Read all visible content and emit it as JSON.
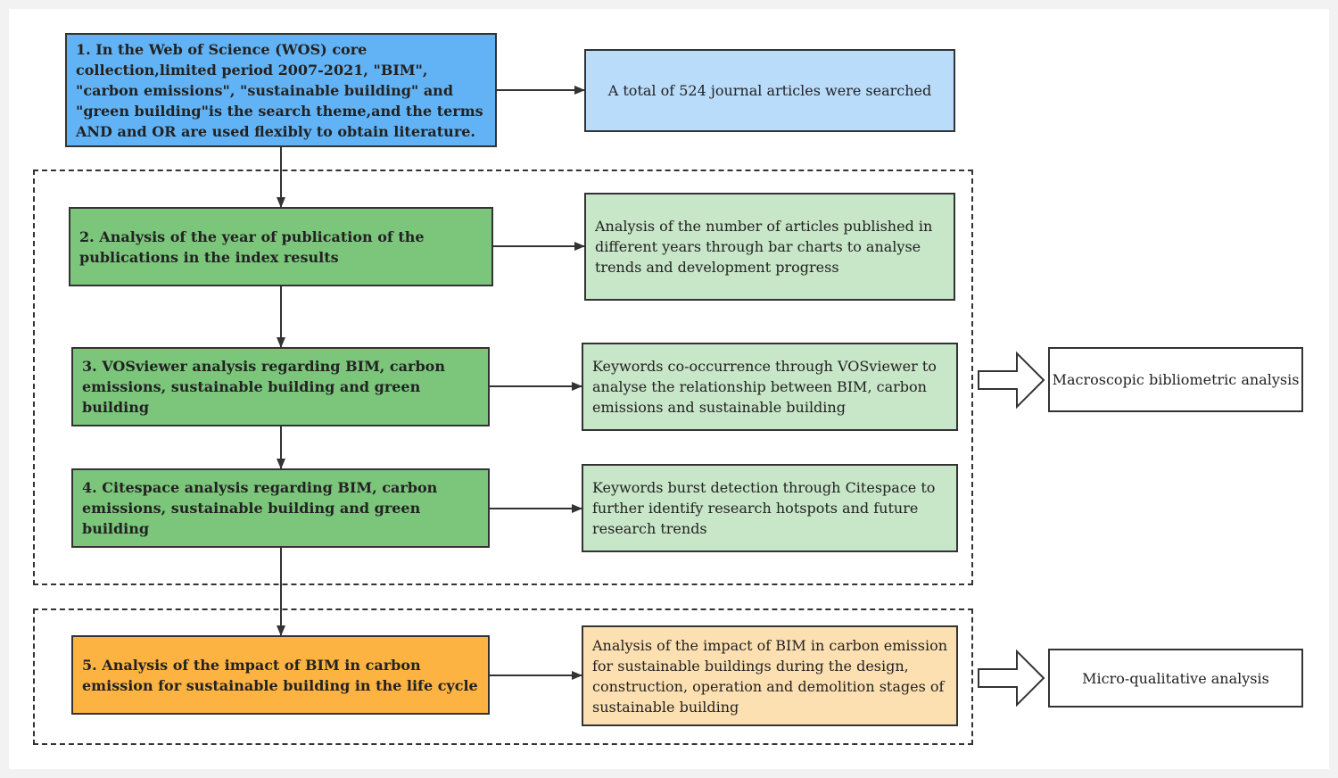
{
  "colors": {
    "blue_dark": "#62b3f5",
    "blue_light": "#b9dcfb",
    "green_dark": "#7cc67c",
    "green_light": "#c8e6c8",
    "orange_dark": "#fdb342",
    "orange_light": "#fde0b1",
    "border": "#333333"
  },
  "steps": [
    {
      "text": "1. In the Web of Science (WOS) core collection,limited period 2007-2021,  \"BIM\", \"carbon emissions\", \"sustainable building\" and \"green building\"is the search theme,and the terms AND and OR are used flexibly to obtain literature."
    },
    {
      "text": "2. Analysis of the year of publication of the publications in the index results"
    },
    {
      "text": "3. VOSviewer analysis regarding  BIM, carbon emissions, sustainable building and green building"
    },
    {
      "text": "4. Citespace analysis regarding  BIM, carbon emissions, sustainable building and green building"
    },
    {
      "text": "5. Analysis of the impact of BIM in carbon emission for sustainable building in the life cycle"
    }
  ],
  "results": [
    {
      "text": "A total of 524 journal articles were searched"
    },
    {
      "text": "Analysis of the number of articles published in different years through bar charts to analyse trends and development progress"
    },
    {
      "text": "Keywords co-occurrence through VOSviewer to analyse the relationship between BIM, carbon emissions and sustainable building"
    },
    {
      "text": "Keywords burst detection through Citespace to further identify research hotspots and future research trends"
    },
    {
      "text": "Analysis of the impact of BIM in carbon emission for sustainable buildings during the design, construction, operation and demolition stages of sustainable building"
    }
  ],
  "outcomes": [
    {
      "text": "Macroscopic bibliometric analysis"
    },
    {
      "text": "Micro-qualitative analysis"
    }
  ]
}
